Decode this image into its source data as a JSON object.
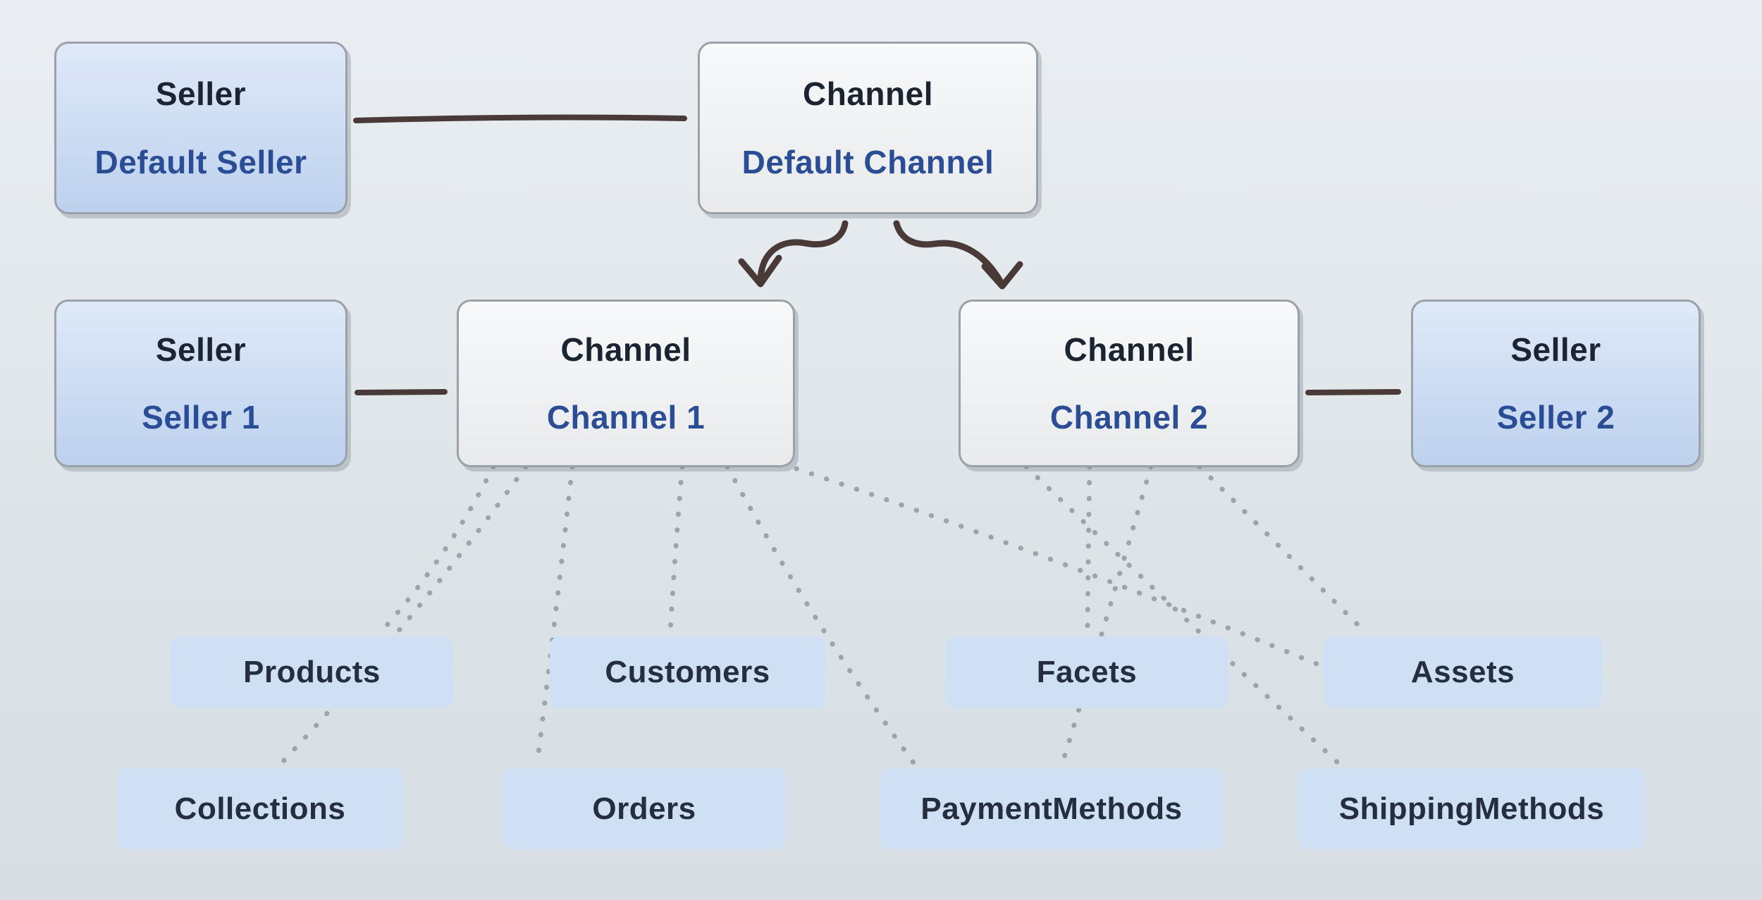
{
  "nodes": {
    "default_seller": {
      "type": "Seller",
      "label": "Default Seller"
    },
    "default_channel": {
      "type": "Channel",
      "label": "Default Channel"
    },
    "seller_1": {
      "type": "Seller",
      "label": "Seller 1"
    },
    "channel_1": {
      "type": "Channel",
      "label": "Channel 1"
    },
    "channel_2": {
      "type": "Channel",
      "label": "Channel 2"
    },
    "seller_2": {
      "type": "Seller",
      "label": "Seller 2"
    }
  },
  "entities": {
    "products": "Products",
    "customers": "Customers",
    "facets": "Facets",
    "assets": "Assets",
    "collections": "Collections",
    "orders": "Orders",
    "payment_methods": "PaymentMethods",
    "shipping_methods": "ShippingMethods"
  },
  "colors": {
    "bg_top": "#eaeef2",
    "bg_bottom": "#d6dee4",
    "seller_fill_top": "#dfe9f8",
    "seller_fill_bottom": "#bdd1ee",
    "channel_fill_top": "#f8f9fa",
    "channel_fill_bottom": "#e8eaeb",
    "box_border": "#9aa1a8",
    "entity_fill": "#cfe0f4",
    "title_text": "#1b2430",
    "subtitle_text": "#2a4d95",
    "entity_text": "#242e3e",
    "solid_line": "#4a3a37",
    "dotted_line": "#97a1a9"
  }
}
